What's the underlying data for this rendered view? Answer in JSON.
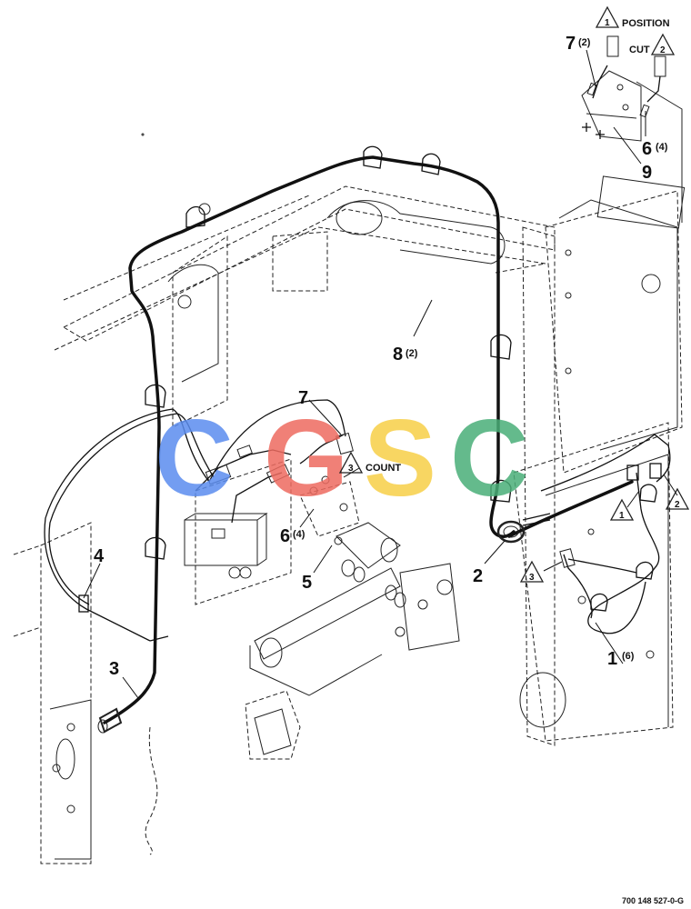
{
  "diagram": {
    "drawing_number": "700 148 527-0-G",
    "watermark": {
      "letters": [
        "C",
        "G",
        "S",
        "C"
      ],
      "colors": [
        "#5b8def",
        "#ee6b60",
        "#f7cf47",
        "#4aae78"
      ]
    },
    "callouts": [
      {
        "id": "c1",
        "number": "1",
        "qty": "(6)"
      },
      {
        "id": "c2",
        "number": "2",
        "qty": ""
      },
      {
        "id": "c3",
        "number": "3",
        "qty": ""
      },
      {
        "id": "c4",
        "number": "4",
        "qty": ""
      },
      {
        "id": "c5",
        "number": "5",
        "qty": ""
      },
      {
        "id": "c6a",
        "number": "6",
        "qty": "(4)"
      },
      {
        "id": "c6b",
        "number": "6",
        "qty": "(4)"
      },
      {
        "id": "c7a",
        "number": "7",
        "qty": ""
      },
      {
        "id": "c7b",
        "number": "7",
        "qty": "(2)"
      },
      {
        "id": "c8",
        "number": "8",
        "qty": "(2)"
      },
      {
        "id": "c9",
        "number": "9",
        "qty": ""
      }
    ],
    "notes": [
      {
        "id": "n1",
        "number": "1",
        "text": "POSITION"
      },
      {
        "id": "n2",
        "number": "2",
        "text": "CUT"
      },
      {
        "id": "n3",
        "number": "3",
        "text": "COUNT"
      }
    ],
    "flags": [
      "1",
      "2",
      "3"
    ],
    "colors": {
      "line": "#111111",
      "background": "#ffffff"
    }
  }
}
